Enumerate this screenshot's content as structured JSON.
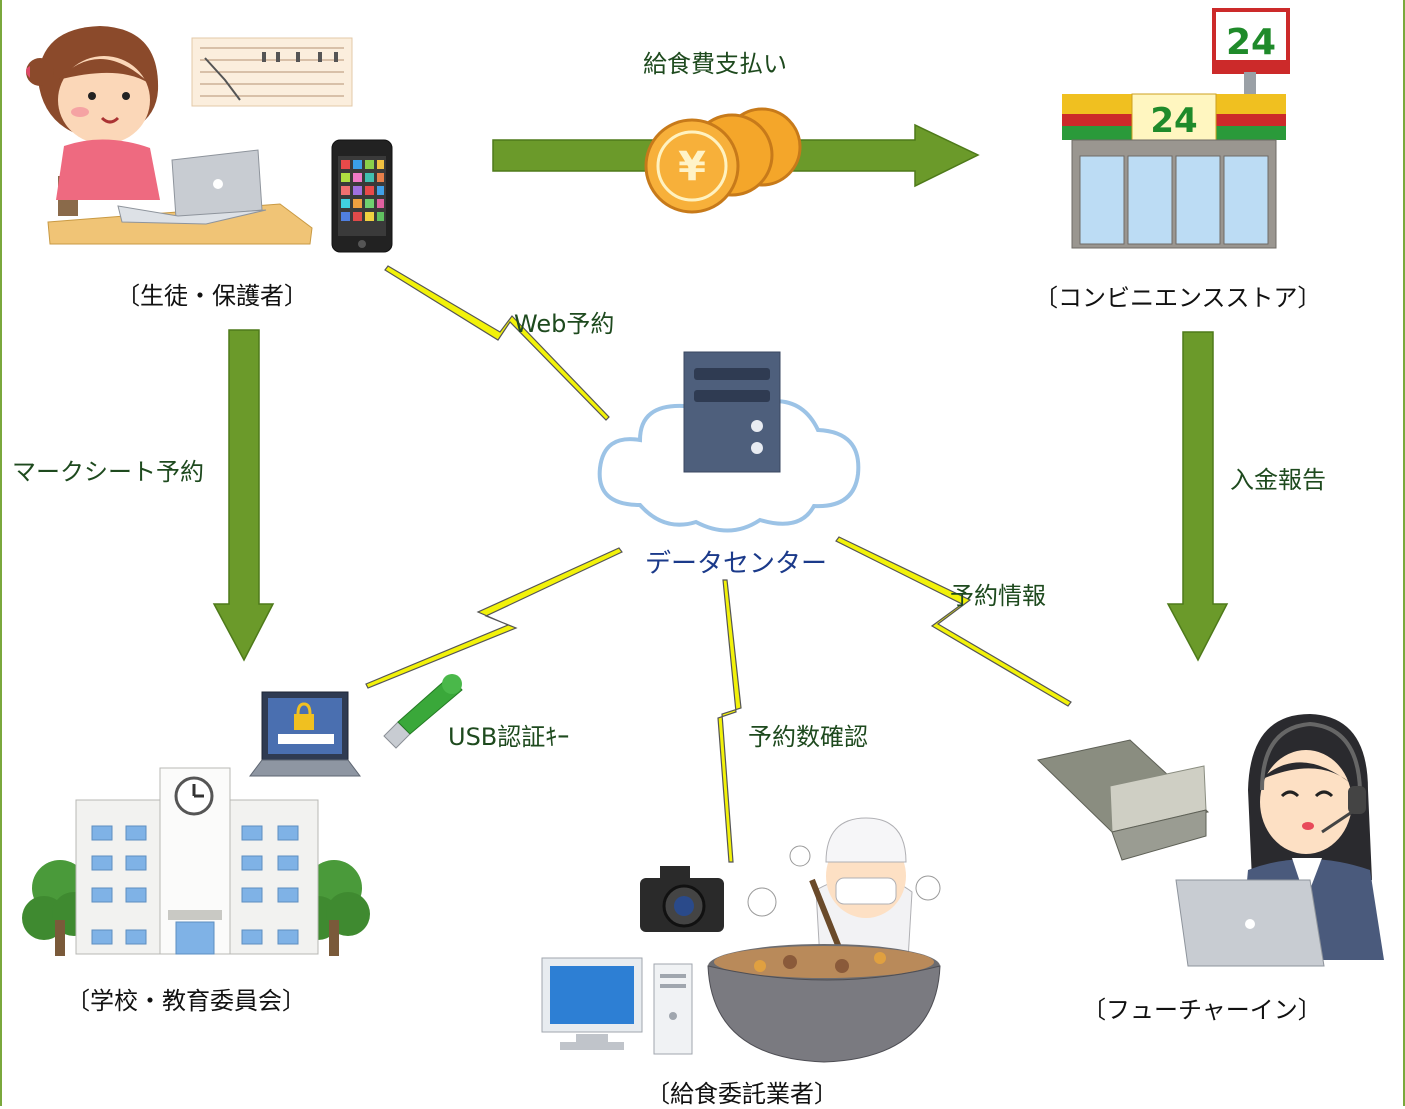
{
  "colors": {
    "arrow": "#6b9a2a",
    "arrow_edge": "#4e7a1a",
    "bolt": "#f2f20a",
    "bolt_edge": "#555555",
    "frame": "#7aa83c"
  },
  "nodes": {
    "student": {
      "label": "〔生徒・保護者〕",
      "icon": "student-laptop-icon"
    },
    "convenience": {
      "label": "〔コンビニエンスストア〕",
      "icon": "convenience-store-icon",
      "sign": "24"
    },
    "datacenter": {
      "label": "データセンター",
      "icon": "cloud-server-icon"
    },
    "school": {
      "label": "〔学校・教育委員会〕",
      "icon": "school-building-icon"
    },
    "caterer": {
      "label": "〔給食委託業者〕",
      "icon": "cook-pot-icon"
    },
    "future": {
      "label": "〔フューチャーイン〕",
      "icon": "operator-headset-icon"
    }
  },
  "edges": {
    "payment": "給食費支払い",
    "web_reserve": "Web予約",
    "marksheet": "マークシート予約",
    "deposit_report": "入金報告",
    "usb_key": "USB認証ｷｰ",
    "reserve_count": "予約数確認",
    "reserve_info": "予約情報"
  }
}
